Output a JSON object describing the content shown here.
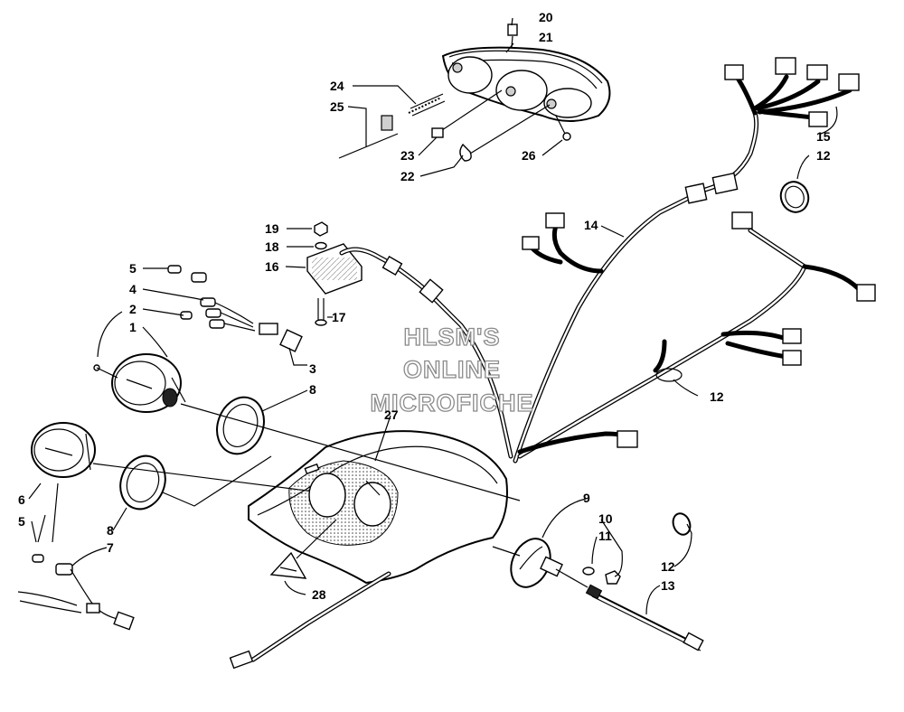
{
  "watermark": {
    "line1": "HLSM'S",
    "line2": "ONLINE",
    "line3": "MICROFICHE"
  },
  "callouts": [
    {
      "id": "c20",
      "text": "20"
    },
    {
      "id": "c21",
      "text": "21"
    },
    {
      "id": "c24",
      "text": "24"
    },
    {
      "id": "c25",
      "text": "25"
    },
    {
      "id": "c23",
      "text": "23"
    },
    {
      "id": "c22",
      "text": "22"
    },
    {
      "id": "c26",
      "text": "26"
    },
    {
      "id": "c15",
      "text": "15"
    },
    {
      "id": "c12a",
      "text": "12"
    },
    {
      "id": "c14",
      "text": "14"
    },
    {
      "id": "c19",
      "text": "19"
    },
    {
      "id": "c18",
      "text": "18"
    },
    {
      "id": "c16",
      "text": "16"
    },
    {
      "id": "c17",
      "text": "17"
    },
    {
      "id": "c5a",
      "text": "5"
    },
    {
      "id": "c4",
      "text": "4"
    },
    {
      "id": "c2",
      "text": "2"
    },
    {
      "id": "c1",
      "text": "1"
    },
    {
      "id": "c3",
      "text": "3"
    },
    {
      "id": "c8a",
      "text": "8"
    },
    {
      "id": "c27",
      "text": "27"
    },
    {
      "id": "c12b",
      "text": "12"
    },
    {
      "id": "c6",
      "text": "6"
    },
    {
      "id": "c5b",
      "text": "5"
    },
    {
      "id": "c7",
      "text": "7"
    },
    {
      "id": "c8b",
      "text": "8"
    },
    {
      "id": "c9",
      "text": "9"
    },
    {
      "id": "c10",
      "text": "10"
    },
    {
      "id": "c11",
      "text": "11"
    },
    {
      "id": "c12c",
      "text": "12"
    },
    {
      "id": "c13",
      "text": "13"
    },
    {
      "id": "c28",
      "text": "28"
    }
  ]
}
